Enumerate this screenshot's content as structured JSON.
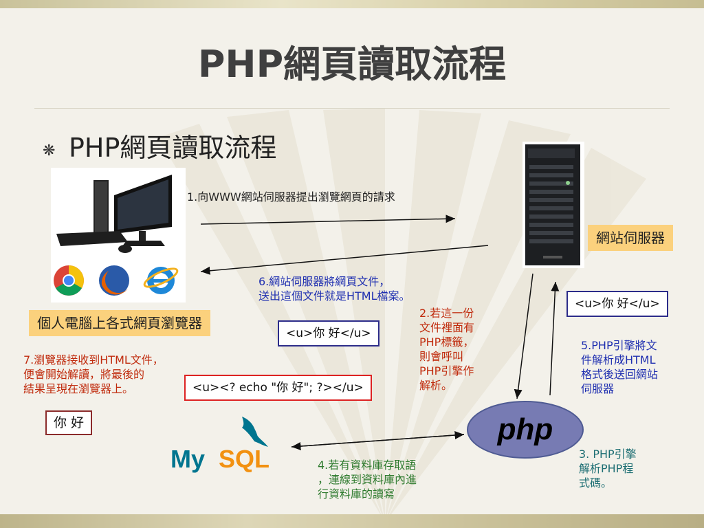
{
  "title": "PHP網頁讀取流程",
  "subtitle": "PHP網頁讀取流程",
  "bullet_glyph": "❋",
  "labels": {
    "browser": "個人電腦上各式網頁瀏覽器",
    "server": "網站伺服器"
  },
  "steps": {
    "s1": "1.向WWW網站伺服器提出瀏覽網頁的請求",
    "s2": [
      "2.若這一份",
      "文件裡面有",
      "PHP標籤，",
      "則會呼叫",
      "PHP引擎作",
      "解析。"
    ],
    "s3": [
      "3. PHP引擎",
      "解析PHP程",
      "式碼。"
    ],
    "s4": [
      "4.若有資料庫存取語",
      "，連線到資料庫內進",
      "行資料庫的讀寫"
    ],
    "s5": [
      "5.PHP引擎將文",
      "件解析成HTML",
      "格式後送回網站",
      "伺服器"
    ],
    "s6": [
      "6.網站伺服器將網頁文件，",
      "送出這個文件就是HTML檔案。"
    ],
    "s7": [
      "7.瀏覽器接收到HTML文件，",
      "便會開始解讀，將最後的",
      "結果呈現在瀏覽器上。"
    ]
  },
  "code": {
    "php_source": "<u><? echo \"你 好\"; ?></u>",
    "html_to_browser": "<u>你 好</u>",
    "html_from_engine": "<u>你 好</u>",
    "rendered_result": "你 好"
  },
  "logos": {
    "php": "php",
    "mysql_my": "My",
    "mysql_sql": "SQL"
  },
  "colors": {
    "title": "#3f3f3f",
    "label_fill": "#fbd17d",
    "step_blue": "#1f2fb0",
    "step_red": "#c02b0d",
    "step_green": "#2d7a2d",
    "step_teal": "#1d6e73",
    "php_logo": "#777bb3",
    "mysql_blue": "#00758f",
    "mysql_orange": "#f29111"
  }
}
